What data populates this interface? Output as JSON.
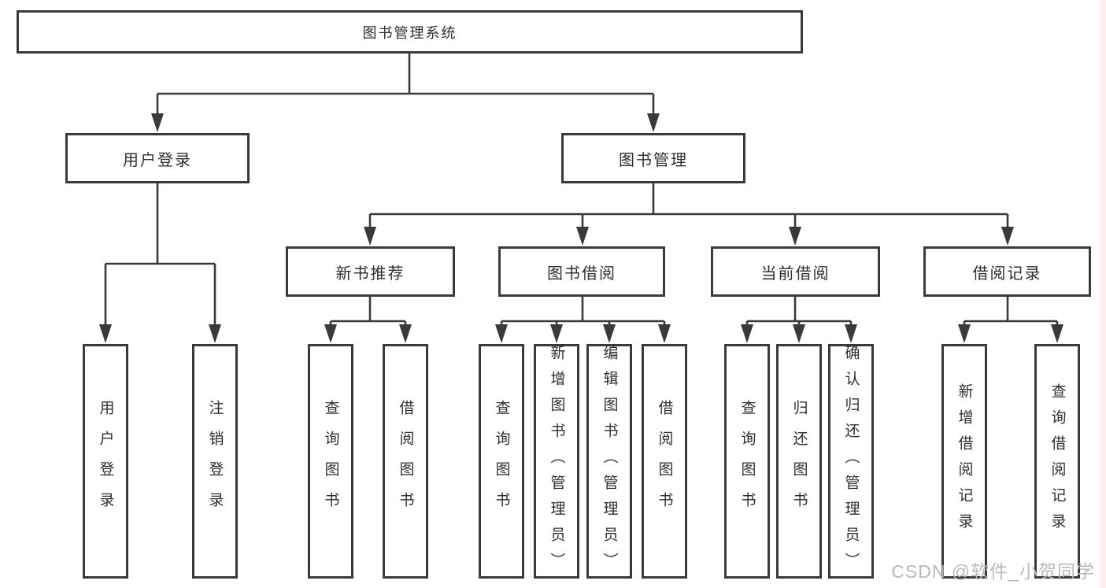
{
  "tree": {
    "root": "图书管理系统",
    "branches": [
      {
        "label": "用户登录",
        "children": [
          {
            "label": "用户登录"
          },
          {
            "label": "注销登录"
          }
        ]
      },
      {
        "label": "图书管理",
        "groups": [
          {
            "label": "新书推荐",
            "children": [
              {
                "label": "查询图书"
              },
              {
                "label": "借阅图书"
              }
            ]
          },
          {
            "label": "图书借阅",
            "children": [
              {
                "label": "查询图书"
              },
              {
                "label": "新增图书（管理员）"
              },
              {
                "label": "编辑图书（管理员）"
              },
              {
                "label": "借阅图书"
              }
            ]
          },
          {
            "label": "当前借阅",
            "children": [
              {
                "label": "查询图书"
              },
              {
                "label": "归还图书"
              },
              {
                "label": "确认归还（管理员）"
              }
            ]
          },
          {
            "label": "借阅记录",
            "children": [
              {
                "label": "新增借阅记录"
              },
              {
                "label": "查询借阅记录"
              }
            ]
          }
        ]
      }
    ]
  },
  "watermark": {
    "text": "CSDN @软件_小贺同学"
  },
  "colors": {
    "line": "#3a3a3a",
    "text": "#2f2f2f",
    "background": "#ffffff",
    "watermark_text": "#b9b9b9",
    "right_edge_strip": "#fdeeee"
  }
}
